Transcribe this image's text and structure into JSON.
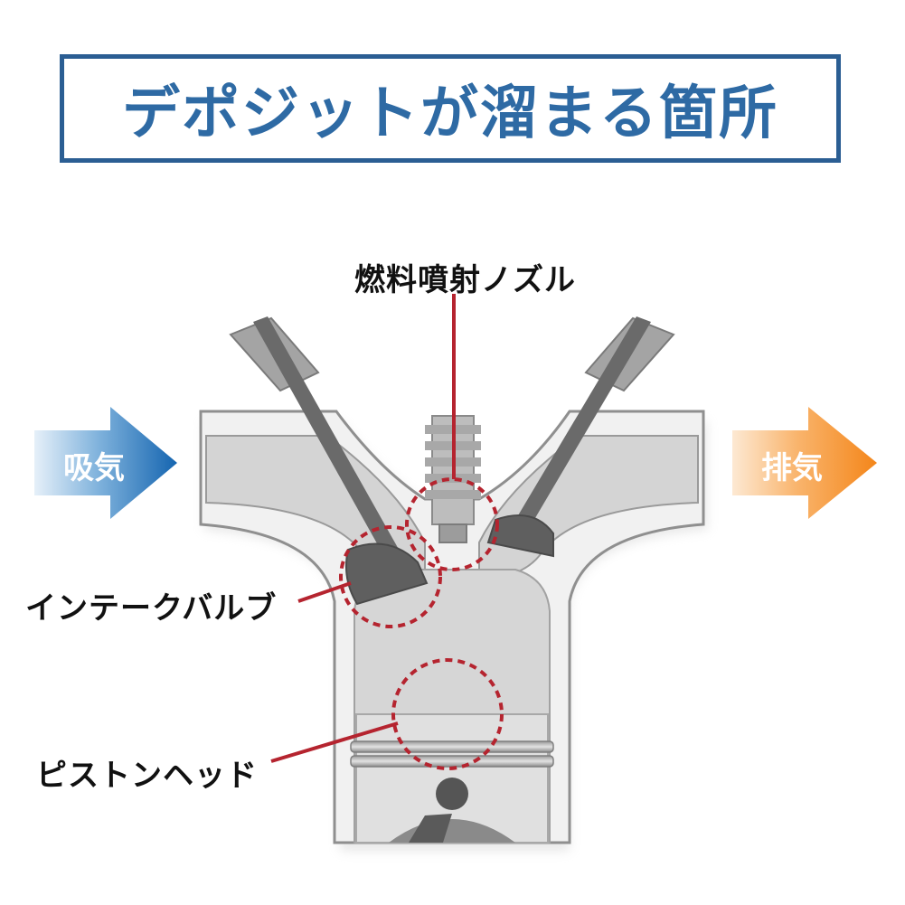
{
  "title": "デポジットが溜まる箇所",
  "labels": {
    "nozzle": "燃料噴射ノズル",
    "intake_valve": "インテークバルブ",
    "piston_head": "ピストンヘッド",
    "intake": "吸気",
    "exhaust": "排気"
  },
  "colors": {
    "title_border": "#2b5e93",
    "title_text": "#2e6aa4",
    "leader_line": "#b5242f",
    "intake_arrow": "#1e6fb8",
    "exhaust_arrow": "#f5891f"
  }
}
